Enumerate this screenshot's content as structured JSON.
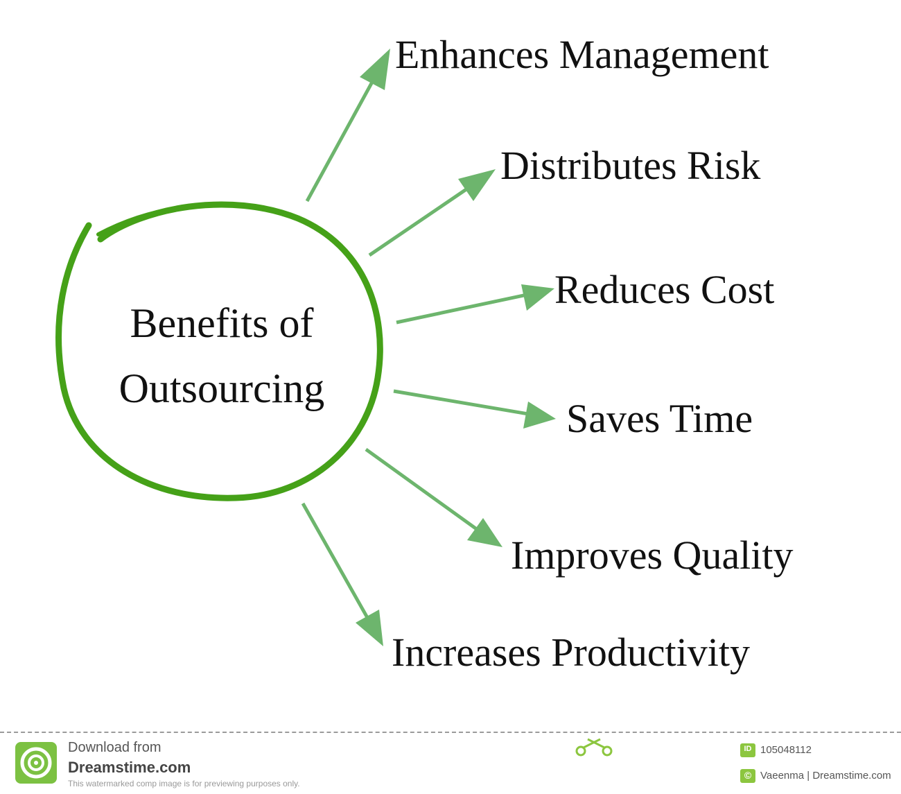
{
  "center": {
    "line1": "Benefits of",
    "line2": "Outsourcing"
  },
  "benefits": [
    "Enhances Management",
    "Distributes Risk",
    "Reduces Cost",
    "Saves Time",
    "Improves Quality",
    "Increases Productivity"
  ],
  "colors": {
    "circle": "#45a118",
    "arrow": "#6db56d",
    "text": "#111111"
  },
  "footer": {
    "download_line": "Download from",
    "brand": "Dreamstime.com",
    "disclaimer": "This watermarked comp image is for previewing purposes only.",
    "image_id": "105048112",
    "credit": "Vaeenma | Dreamstime.com",
    "id_badge": "ID",
    "copyright_symbol": "©"
  }
}
